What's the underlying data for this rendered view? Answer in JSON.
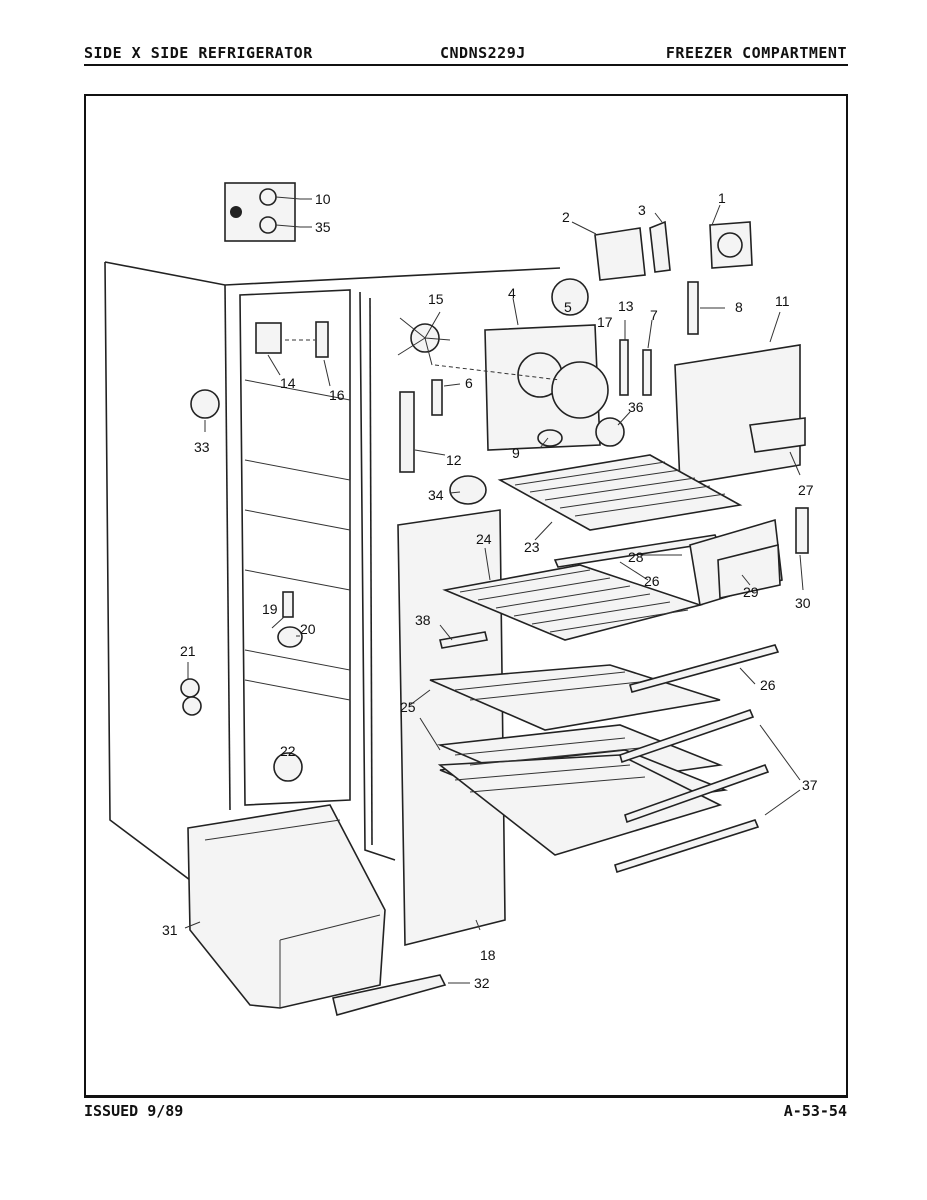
{
  "header": {
    "left": "SIDE X SIDE REFRIGERATOR",
    "center": "CNDNS229J",
    "right": "FREEZER COMPARTMENT"
  },
  "footer": {
    "left": "ISSUED 9/89",
    "right": "A-53-54"
  },
  "callouts": [
    "1",
    "2",
    "3",
    "4",
    "5",
    "6",
    "7",
    "8",
    "9",
    "10",
    "11",
    "12",
    "13",
    "14",
    "15",
    "16",
    "17",
    "18",
    "19",
    "20",
    "21",
    "22",
    "23",
    "24",
    "25",
    "26",
    "26",
    "27",
    "28",
    "29",
    "30",
    "31",
    "32",
    "33",
    "34",
    "35",
    "36",
    "37",
    "38"
  ]
}
